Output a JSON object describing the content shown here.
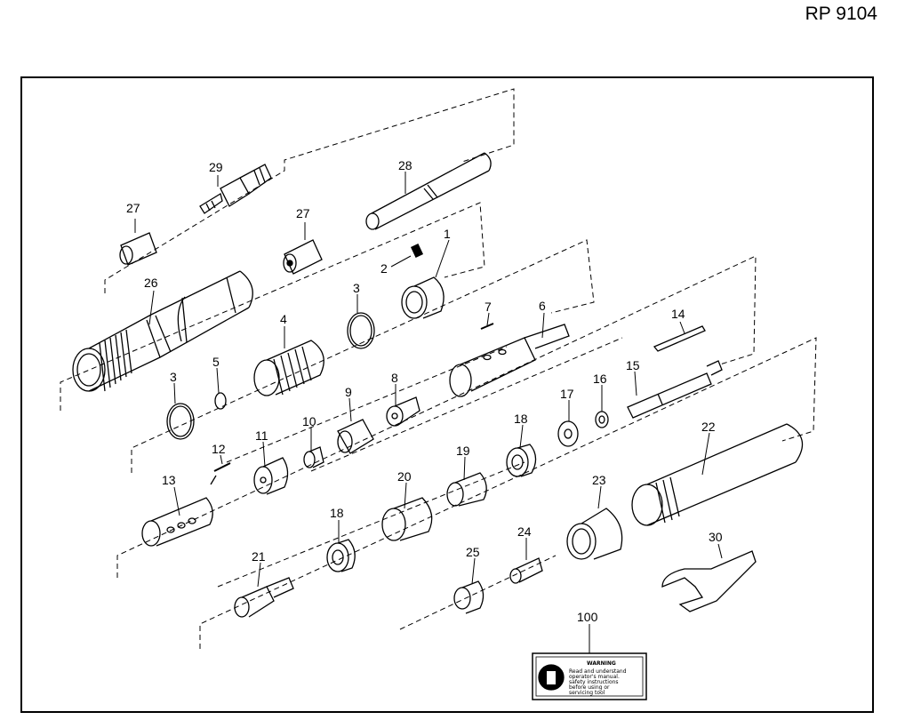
{
  "header": {
    "model": "RP 9104"
  },
  "diagram": {
    "callouts": [
      "1",
      "2",
      "3",
      "3",
      "4",
      "5",
      "6",
      "7",
      "8",
      "9",
      "10",
      "11",
      "12",
      "13",
      "14",
      "15",
      "16",
      "17",
      "18",
      "18",
      "19",
      "20",
      "21",
      "22",
      "23",
      "24",
      "25",
      "26",
      "27",
      "27",
      "28",
      "29",
      "30",
      "100"
    ],
    "warning_label": {
      "heading": "WARNING",
      "lines": [
        "Read and understand",
        "operator's manual.",
        "safety instructions",
        "before using or",
        "servicing tool"
      ]
    }
  }
}
